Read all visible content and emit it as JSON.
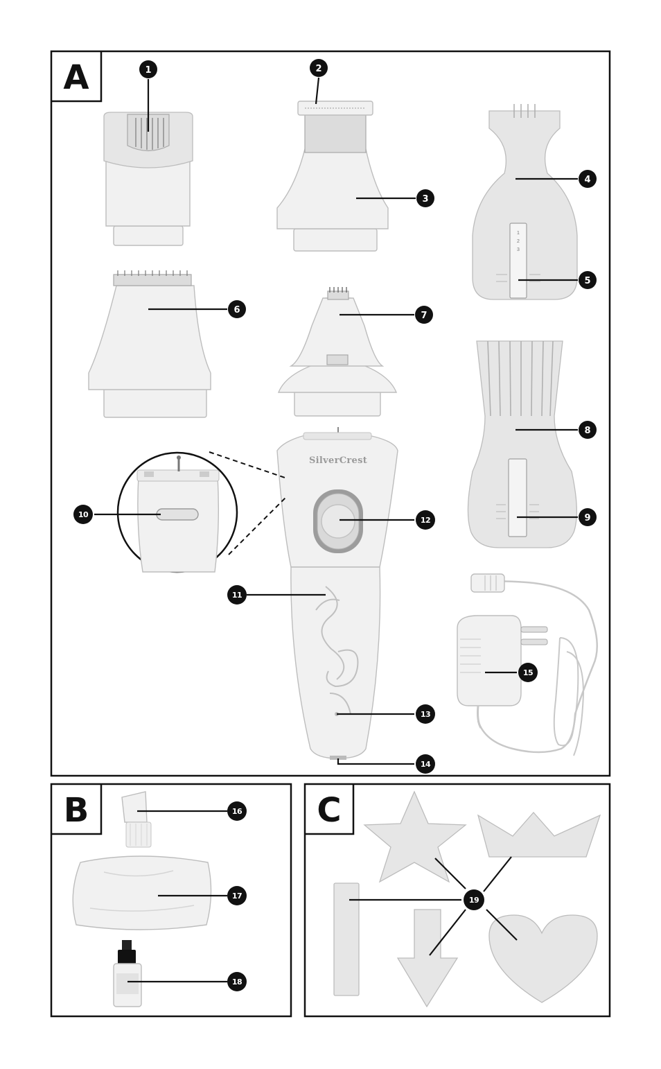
{
  "panels": [
    {
      "id": "A",
      "letter": "A"
    },
    {
      "id": "B",
      "letter": "B"
    },
    {
      "id": "C",
      "letter": "C"
    }
  ],
  "callouts": [
    "1",
    "2",
    "3",
    "4",
    "5",
    "6",
    "7",
    "8",
    "9",
    "10",
    "11",
    "12",
    "13",
    "14",
    "15",
    "16",
    "17",
    "18",
    "19"
  ],
  "device": {
    "brand_logo": "SilverCrest"
  },
  "comb_scale": [
    "1",
    "2",
    "3"
  ],
  "colors": {
    "frame": "#111111",
    "callout_fill": "#111111",
    "part_fill": "#f1f1f1",
    "part_stroke": "#bdbdbd"
  }
}
